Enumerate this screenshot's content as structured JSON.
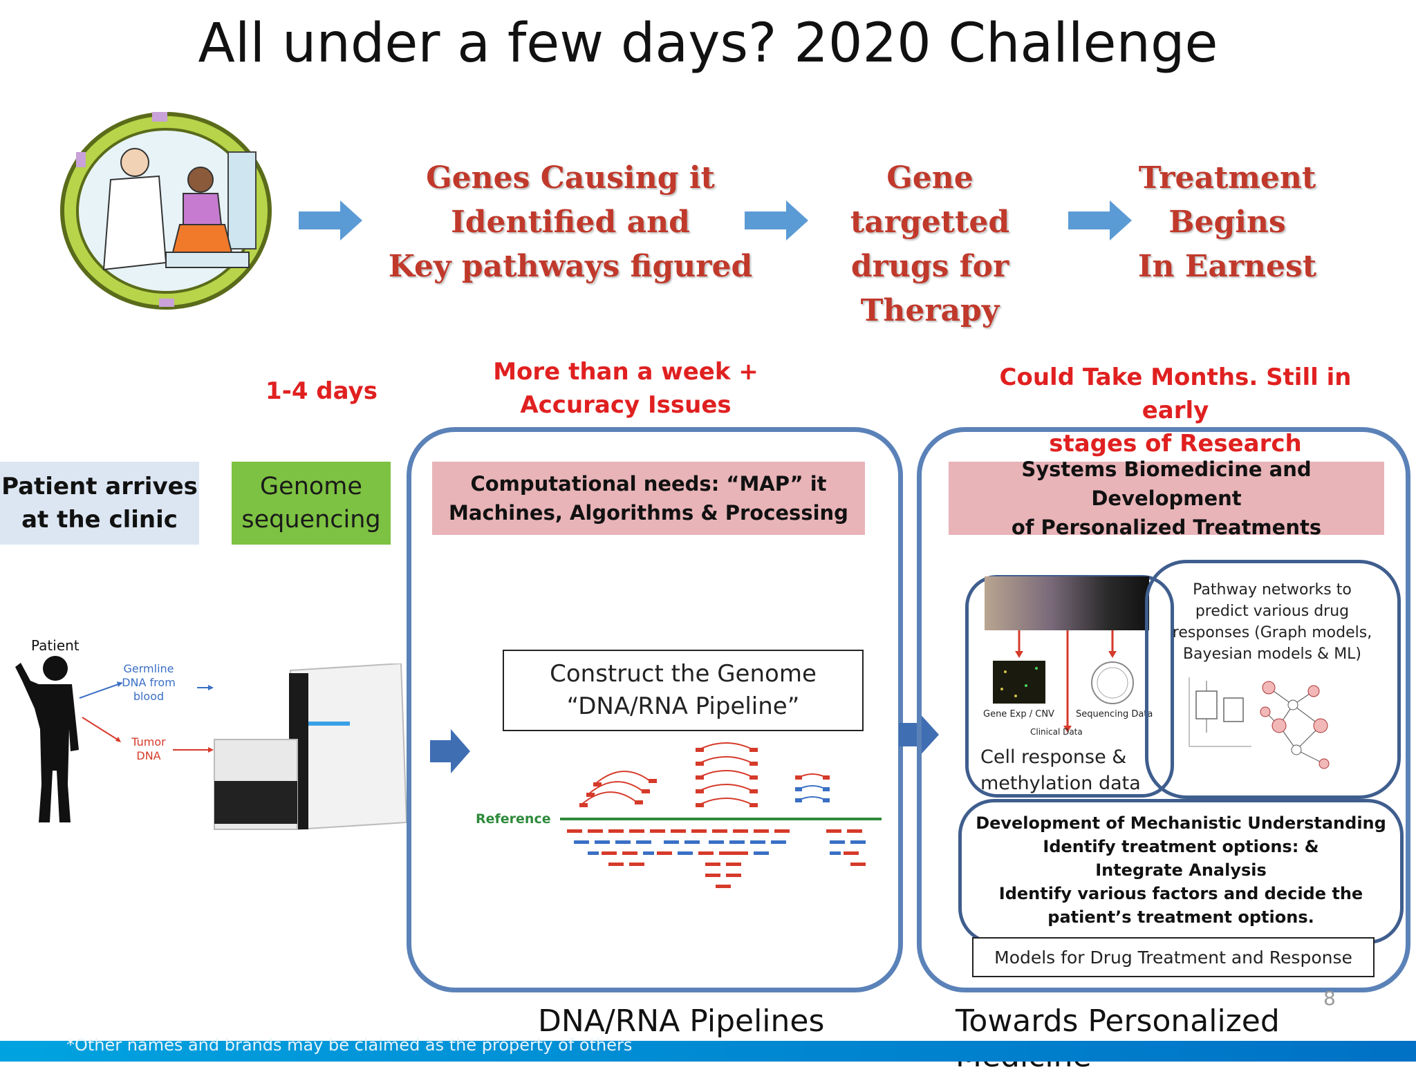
{
  "title": "All under a few days? 2020 Challenge",
  "flow": {
    "step1": "Genes   Causing  it\nIdentified  and\nKey pathways figured",
    "step2": "Gene\ntargetted\ndrugs for\nTherapy",
    "step3": "Treatment\nBegins\nIn Earnest"
  },
  "timing": {
    "t1": "1-4 days",
    "t2": "More than a week +\nAccuracy Issues",
    "t3": "Could Take Months. Still in early\nstages of Research"
  },
  "left": {
    "patient_box": "Patient arrives\nat the clinic",
    "genome_box": "Genome\nsequencing",
    "patient_label": "Patient",
    "germline_label": "Germline\nDNA from\nblood",
    "tumor_label": "Tumor\nDNA"
  },
  "middle": {
    "header": "Computational needs: “MAP” it\nMachines, Algorithms & Processing",
    "construct": "Construct the Genome\n“DNA/RNA Pipeline”",
    "reference_label": "Reference",
    "caption": "DNA/RNA Pipelines"
  },
  "right": {
    "header": "Systems Biomedicine and Development\nof Personalized Treatments",
    "gene_exp_label": "Gene Exp / CNV",
    "seq_label": "Sequencing Data",
    "clinical_label": "Clinical Data",
    "cell_response": "Cell response &\nmethylation data",
    "pathway_text": "Pathway networks to\npredict various drug\nresponses (Graph models,\nBayesian models & ML)",
    "mechanistic": "Development of Mechanistic Understanding\nIdentify treatment options:  &\nIntegrate Analysis\nIdentify various  factors and decide the\npatient’s treatment options.",
    "models_box": "Models for Drug Treatment and Response",
    "caption": "Towards Personalized Medicine"
  },
  "page_number": "8",
  "footer": "*Other names and brands may be claimed as the property of others",
  "colors": {
    "arrow_blue": "#5b9bd5",
    "outline_blue": "#5b82b8",
    "pink": "#e8b4b8",
    "green": "#7dc242",
    "light_blue": "#dce6f2",
    "red_text": "#e02020"
  }
}
